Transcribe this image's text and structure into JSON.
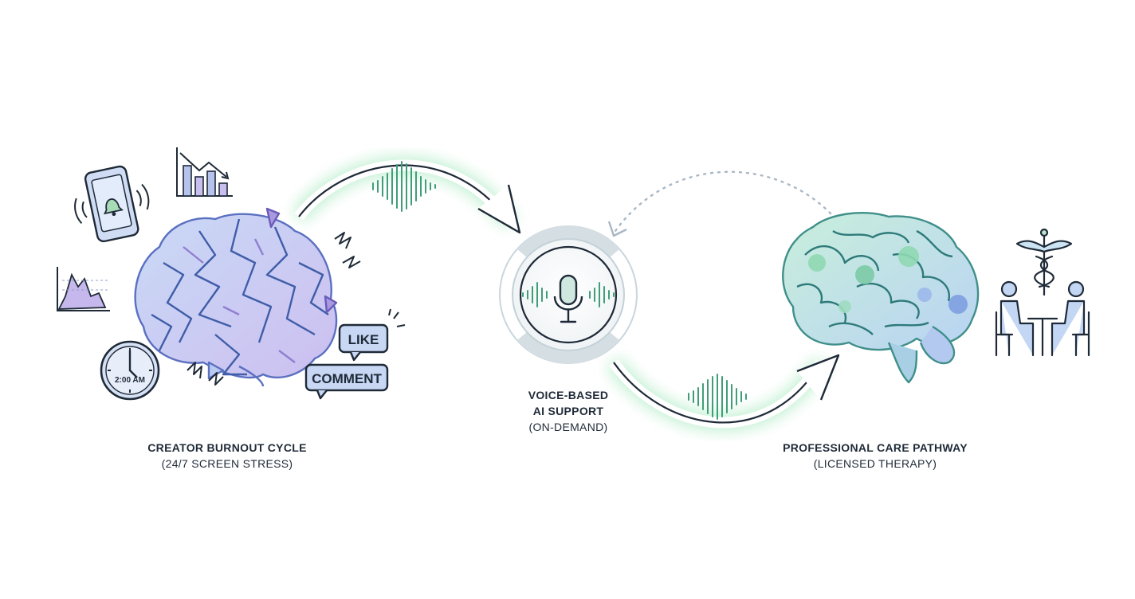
{
  "stages": {
    "burnout": {
      "title": "CREATOR BURNOUT CYCLE",
      "subtitle": "(24/7 SCREEN STRESS)"
    },
    "ai_support": {
      "title_line1": "VOICE-BASED",
      "title_line2": "AI SUPPORT",
      "subtitle": "(ON-DEMAND)"
    },
    "care": {
      "title": "PROFESSIONAL CARE PATHWAY",
      "subtitle": "(LICENSED THERAPY)"
    }
  },
  "icons": {
    "clock_time": "2:00 AM",
    "like_label": "LIKE",
    "comment_label": "COMMENT"
  },
  "colors": {
    "ink": "#1f2a38",
    "burnout_purple": "#8f7fd0",
    "burnout_blue": "#4e70b8",
    "glow_green": "#8fe3ad",
    "care_green": "#5cc79a",
    "care_blue": "#5c8fd6"
  }
}
